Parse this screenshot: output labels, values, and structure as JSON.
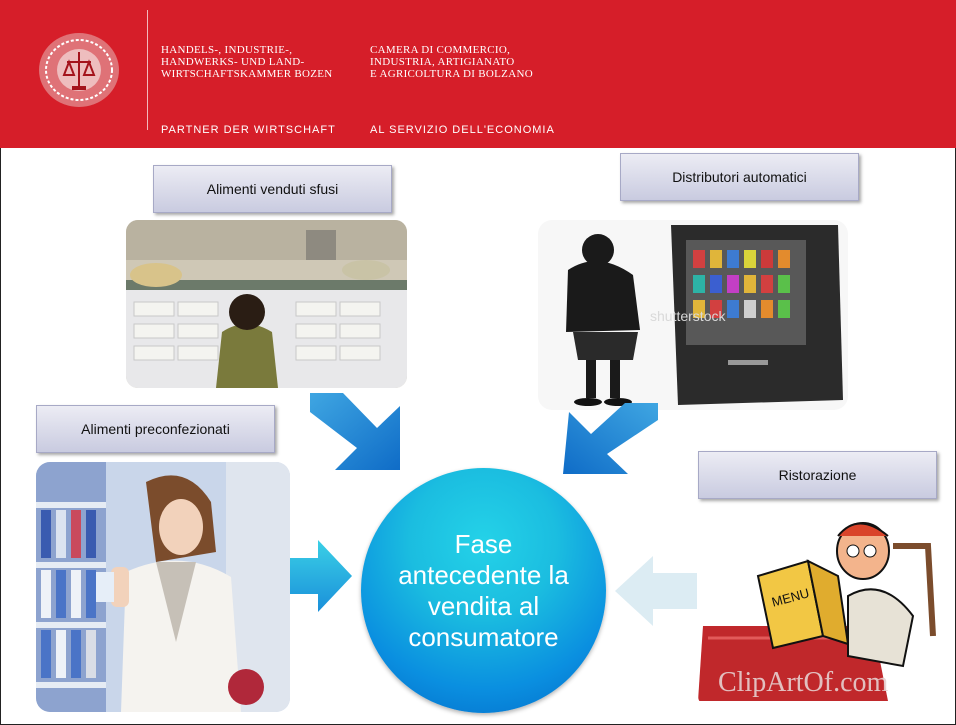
{
  "header": {
    "de_lines": [
      "HANDELS-, INDUSTRIE-,",
      "HANDWERKS- UND LAND-",
      "WIRTSCHAFTSKAMMER BOZEN"
    ],
    "it_lines": [
      "CAMERA DI COMMERCIO,",
      "INDUSTRIA, ARTIGIANATO",
      "E AGRICOLTURA DI BOLZANO"
    ],
    "de_tagline": "PARTNER DER WIRTSCHAFT",
    "it_tagline": "AL SERVIZIO DELL'ECONOMIA",
    "color": "#d61e29"
  },
  "diagram": {
    "center_label": "Fase antecedente la vendita al consumatore",
    "nodes": [
      {
        "label": "Alimenti venduti sfusi"
      },
      {
        "label": "Distributori automatici"
      },
      {
        "label": "Alimenti preconfezionati"
      },
      {
        "label": "Ristorazione"
      }
    ],
    "watermarks": [
      "shutterstock",
      "ClipArtOf.com"
    ]
  }
}
